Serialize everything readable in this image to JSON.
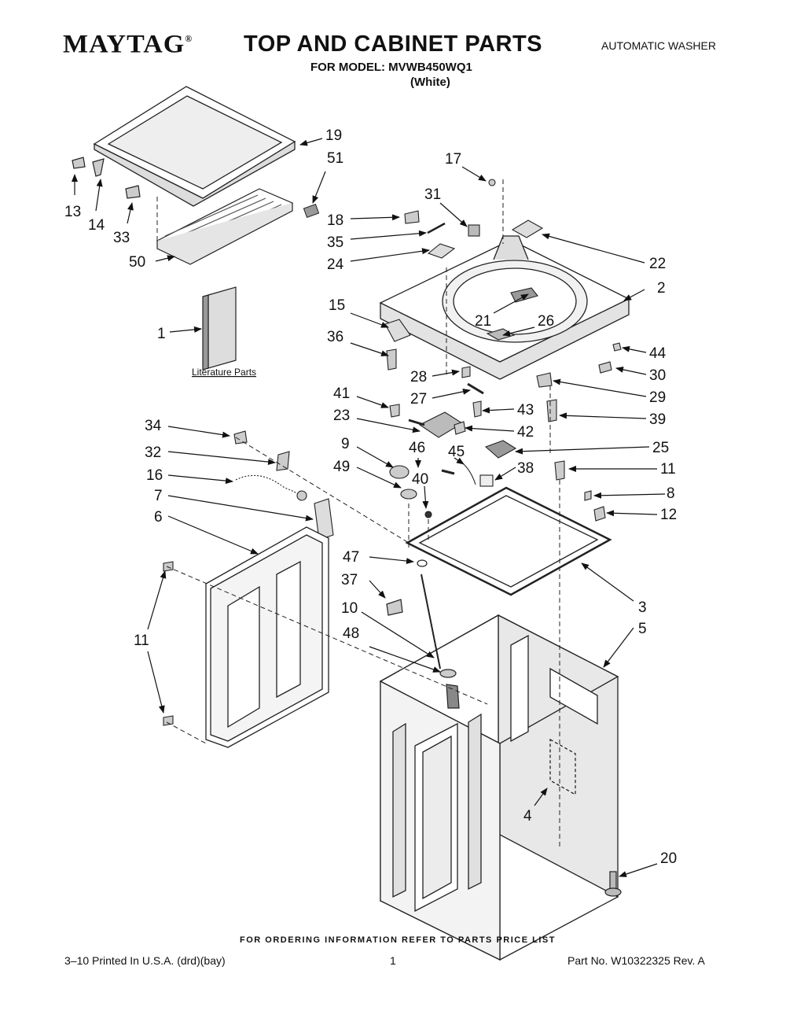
{
  "header": {
    "brand": "MAYTAG",
    "brand_mark": "®",
    "title": "TOP AND CABINET PARTS",
    "model_line": "FOR MODEL: MVWB450WQ1",
    "color_line": "(White)",
    "product_type": "AUTOMATIC WASHER"
  },
  "literature_label": "Literature Parts",
  "callouts": [
    {
      "id": "c19",
      "num": "19"
    },
    {
      "id": "c51",
      "num": "51"
    },
    {
      "id": "c13",
      "num": "13"
    },
    {
      "id": "c14",
      "num": "14"
    },
    {
      "id": "c33",
      "num": "33"
    },
    {
      "id": "c50",
      "num": "50"
    },
    {
      "id": "c1",
      "num": "1"
    },
    {
      "id": "c17",
      "num": "17"
    },
    {
      "id": "c31",
      "num": "31"
    },
    {
      "id": "c18",
      "num": "18"
    },
    {
      "id": "c35",
      "num": "35"
    },
    {
      "id": "c24",
      "num": "24"
    },
    {
      "id": "c22",
      "num": "22"
    },
    {
      "id": "c2",
      "num": "2"
    },
    {
      "id": "c15",
      "num": "15"
    },
    {
      "id": "c36",
      "num": "36"
    },
    {
      "id": "c21",
      "num": "21"
    },
    {
      "id": "c26",
      "num": "26"
    },
    {
      "id": "c44",
      "num": "44"
    },
    {
      "id": "c30",
      "num": "30"
    },
    {
      "id": "c28",
      "num": "28"
    },
    {
      "id": "c29",
      "num": "29"
    },
    {
      "id": "c41",
      "num": "41"
    },
    {
      "id": "c27",
      "num": "27"
    },
    {
      "id": "c43",
      "num": "43"
    },
    {
      "id": "c39",
      "num": "39"
    },
    {
      "id": "c23",
      "num": "23"
    },
    {
      "id": "c42",
      "num": "42"
    },
    {
      "id": "c34",
      "num": "34"
    },
    {
      "id": "c9",
      "num": "9"
    },
    {
      "id": "c46",
      "num": "46"
    },
    {
      "id": "c45",
      "num": "45"
    },
    {
      "id": "c25",
      "num": "25"
    },
    {
      "id": "c32",
      "num": "32"
    },
    {
      "id": "c49",
      "num": "49"
    },
    {
      "id": "c40",
      "num": "40"
    },
    {
      "id": "c38",
      "num": "38"
    },
    {
      "id": "c11a",
      "num": "11"
    },
    {
      "id": "c16",
      "num": "16"
    },
    {
      "id": "c8",
      "num": "8"
    },
    {
      "id": "c7",
      "num": "7"
    },
    {
      "id": "c12",
      "num": "12"
    },
    {
      "id": "c6",
      "num": "6"
    },
    {
      "id": "c47",
      "num": "47"
    },
    {
      "id": "c37",
      "num": "37"
    },
    {
      "id": "c3",
      "num": "3"
    },
    {
      "id": "c10",
      "num": "10"
    },
    {
      "id": "c5",
      "num": "5"
    },
    {
      "id": "c11b",
      "num": "11"
    },
    {
      "id": "c48",
      "num": "48"
    },
    {
      "id": "c4",
      "num": "4"
    },
    {
      "id": "c20",
      "num": "20"
    }
  ],
  "footer": {
    "ordering": "FOR ORDERING INFORMATION REFER TO PARTS PRICE LIST",
    "printed": "3–10 Printed In U.S.A. (drd)(bay)",
    "page": "1",
    "part_no": "Part No. W10322325 Rev. A"
  }
}
